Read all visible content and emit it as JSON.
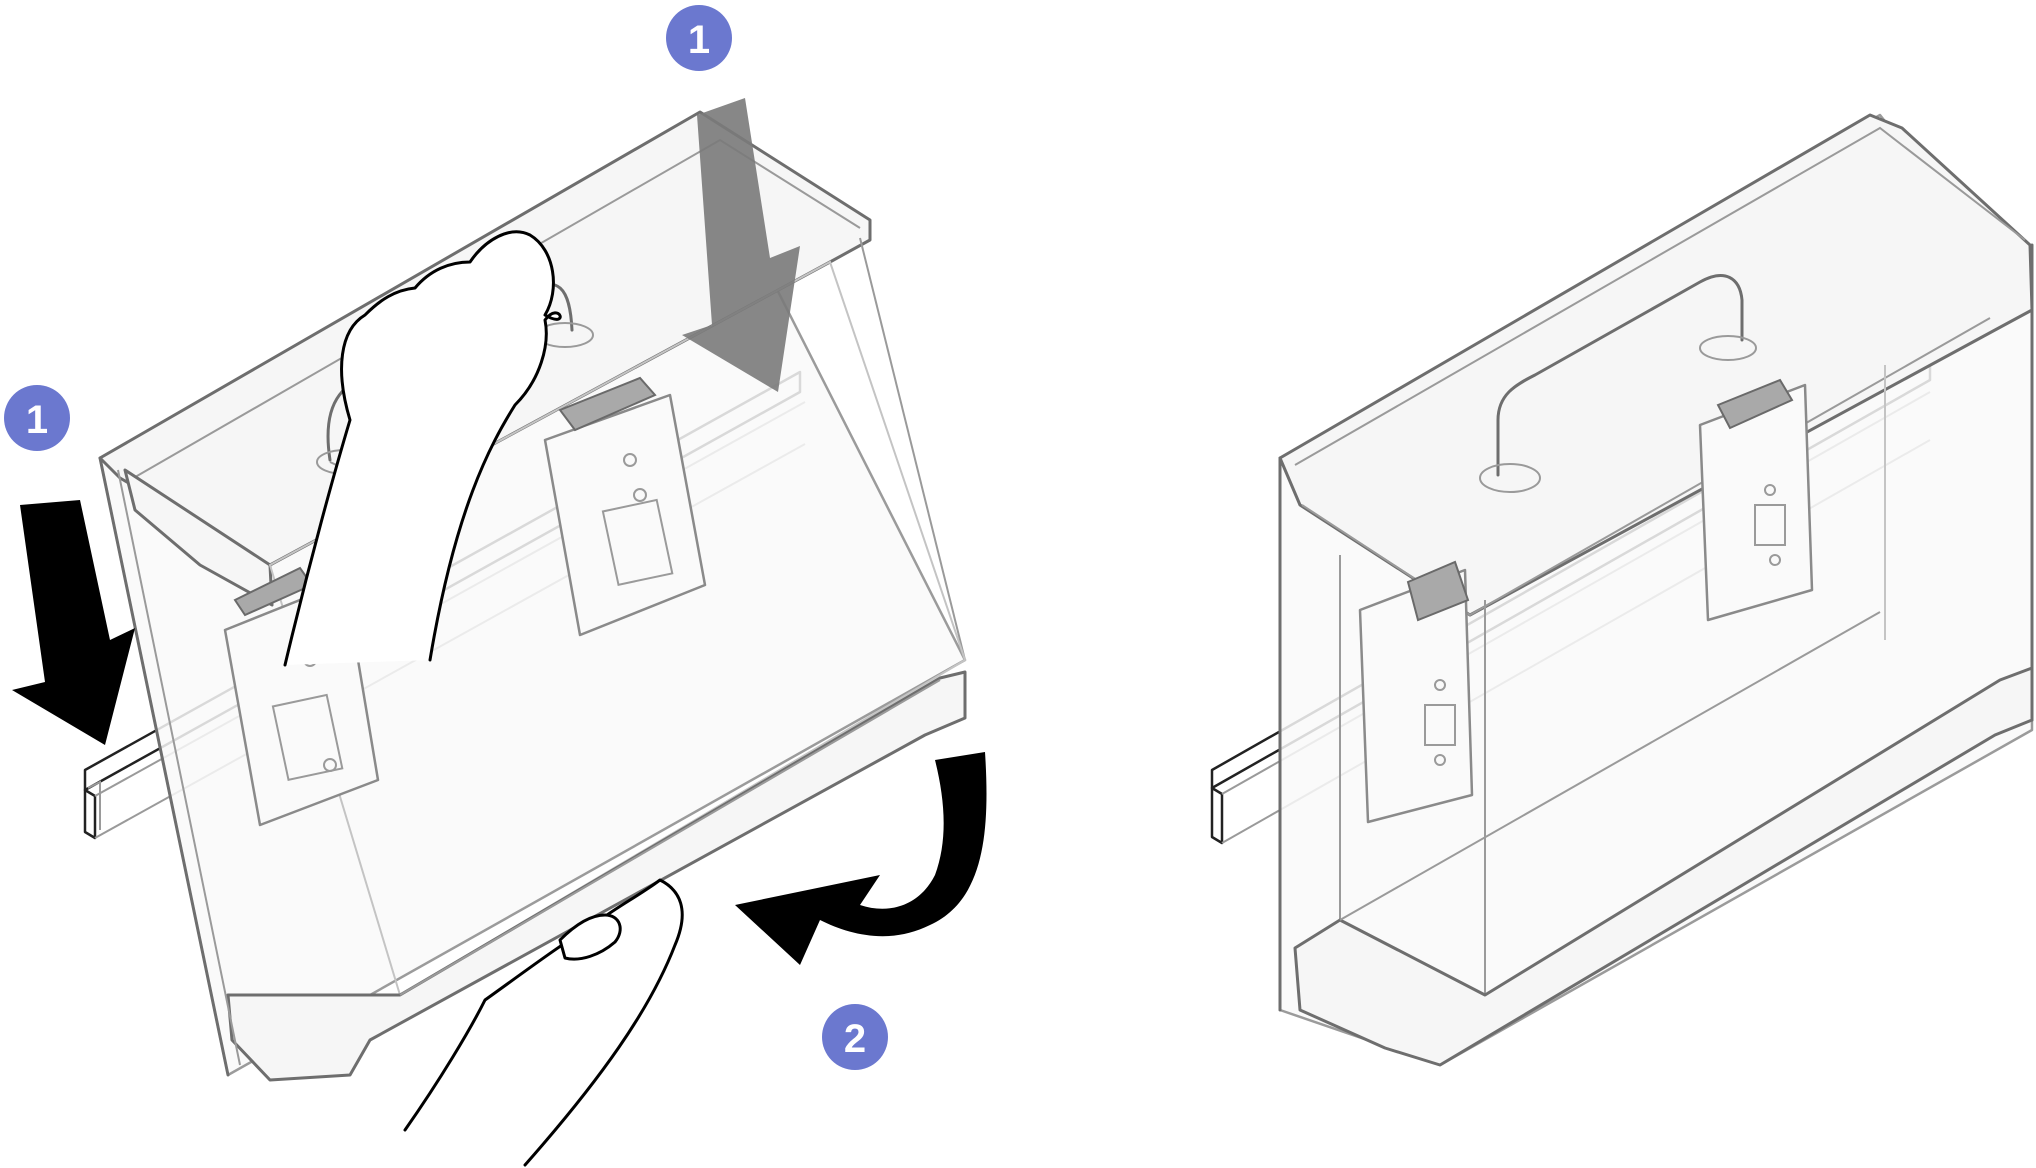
{
  "steps": [
    {
      "id": "step-1-top",
      "label": "1"
    },
    {
      "id": "step-1-left",
      "label": "1"
    },
    {
      "id": "step-2",
      "label": "2"
    }
  ],
  "colors": {
    "badge": "#6b78cf",
    "badge_text": "#ffffff",
    "arrow_primary": "#000000",
    "arrow_secondary": "#7a7a7a",
    "outline": "#6e6e6e",
    "clip_tab": "#a9a9a9"
  },
  "icons": {
    "down_arrow_black": "down-arrow-icon",
    "down_arrow_gray": "down-arrow-gray-icon",
    "rotate_arrow": "curved-rotate-arrow-icon"
  }
}
